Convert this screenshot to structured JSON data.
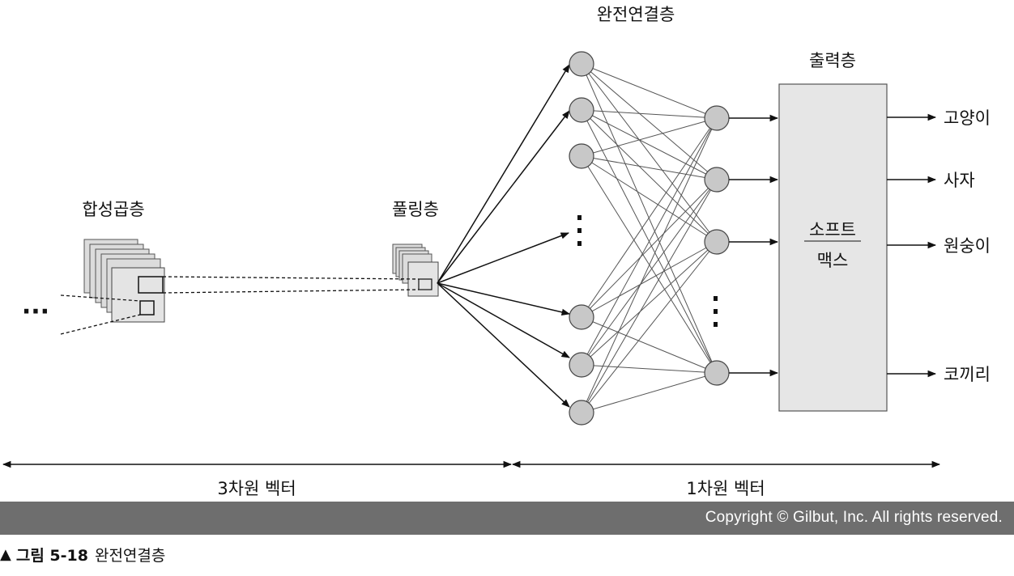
{
  "labels": {
    "fc_layer": "완전연결층",
    "output_layer": "출력층",
    "conv_layer": "합성곱층",
    "pool_layer": "풀링층",
    "softmax_line1": "소프트",
    "softmax_line2": "맥스",
    "ellipsis_left": "···",
    "vector_3d": "3차원 벡터",
    "vector_1d": "1차원 벡터"
  },
  "outputs": [
    "고양이",
    "사자",
    "원숭이",
    "코끼리"
  ],
  "footer": {
    "copyright": "Copyright © Gilbut, Inc. All rights reserved."
  },
  "caption": {
    "marker": "▲",
    "figure_number": "그림 5-18",
    "title": "완전연결층"
  },
  "colors": {
    "node_fill": "#c8c8c8",
    "box_fill": "#e6e6e6",
    "footer_bg": "#6e6e6e"
  }
}
